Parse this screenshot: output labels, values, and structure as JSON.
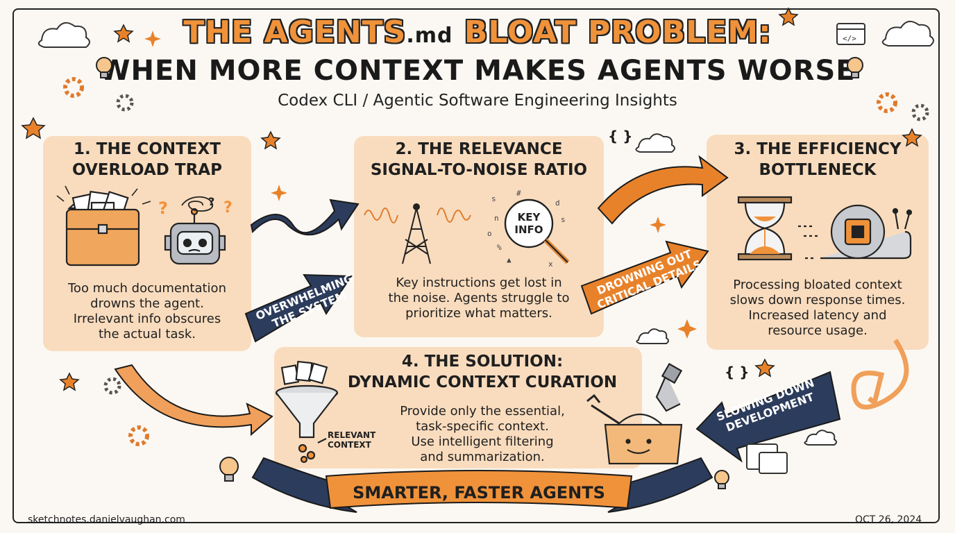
{
  "title": {
    "part1": "THE AGENTS",
    "md": ".md",
    "part2": "BLOAT PROBLEM:",
    "line2": "WHEN MORE CONTEXT MAKES AGENTS WORSE",
    "subtitle": "Codex CLI / Agentic Software Engineering Insights"
  },
  "panels": [
    {
      "title_line1": "1. THE CONTEXT",
      "title_line2": "OVERLOAD TRAP",
      "text": [
        "Too much documentation",
        "drowns the agent.",
        "Irrelevant info obscures",
        "the actual task."
      ]
    },
    {
      "title_line1": "2. THE RELEVANCE",
      "title_line2": "SIGNAL-TO-NOISE RATIO",
      "magnifier_text": [
        "KEY",
        "INFO"
      ],
      "text": [
        "Key instructions get lost in",
        "the noise. Agents struggle to",
        "prioritize what matters."
      ]
    },
    {
      "title_line1": "3. THE EFFICIENCY",
      "title_line2": "BOTTLENECK",
      "text": [
        "Processing bloated context",
        "slows down response times.",
        "Increased latency and",
        "resource usage."
      ]
    },
    {
      "title_line1": "4. THE SOLUTION:",
      "title_line2": "DYNAMIC CONTEXT CURATION",
      "funnel_label": [
        "RELEVANT",
        "CONTEXT"
      ],
      "text": [
        "Provide only the essential,",
        "task-specific context.",
        "Use intelligent filtering",
        "and summarization."
      ]
    }
  ],
  "arrows": [
    {
      "line1": "OVERWHELMING",
      "line2": "THE SYSTEM"
    },
    {
      "line1": "DROWNING OUT",
      "line2": "CRITICAL DETAILS"
    },
    {
      "line1": "SLOWING DOWN",
      "line2": "DEVELOPMENT"
    }
  ],
  "banner": "SMARTER, FASTER AGENTS",
  "code_glyph": "{ }",
  "footer": {
    "left": "sketchnotes.danielvaughan.com",
    "right": "OCT 26, 2024"
  },
  "colors": {
    "orange": "#f0923a",
    "navy": "#2c3c5c",
    "wash": "#f8d7b4",
    "ink": "#1f1f1f"
  }
}
